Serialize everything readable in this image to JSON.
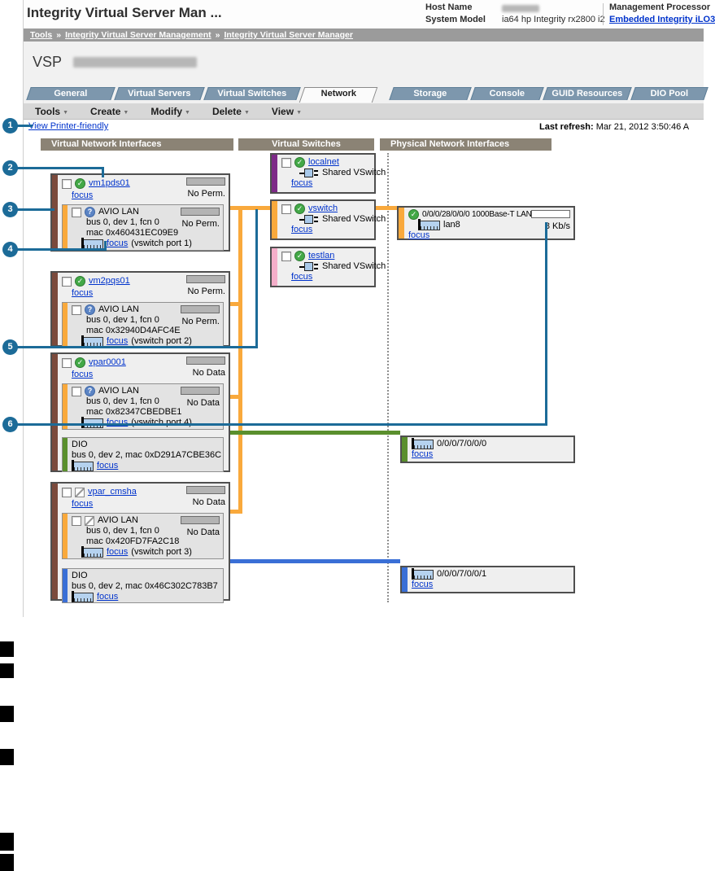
{
  "window": {
    "title": "Integrity Virtual Server Man ..."
  },
  "header": {
    "host_name_label": "Host Name",
    "system_model_label": "System Model",
    "system_model_value": "ia64 hp Integrity rx2800 i2",
    "management_processor_label": "Management Processor",
    "management_processor_value": "Embedded Integrity iLO3"
  },
  "breadcrumb": {
    "sep": "»",
    "items": [
      "Tools",
      "Integrity Virtual Server Management",
      "Integrity Virtual Server Manager"
    ]
  },
  "vsp": {
    "label": "VSP"
  },
  "tabs": {
    "items": [
      {
        "label": "General"
      },
      {
        "label": "Virtual Servers"
      },
      {
        "label": "Virtual Switches"
      },
      {
        "label": "Network",
        "active": true
      },
      {
        "label": "Storage"
      },
      {
        "label": "Console"
      },
      {
        "label": "GUID Resources"
      },
      {
        "label": "DIO Pool"
      }
    ]
  },
  "menubar": {
    "caret": "▼",
    "items": [
      {
        "label": "Tools"
      },
      {
        "label": "Create"
      },
      {
        "label": "Modify"
      },
      {
        "label": "Delete"
      },
      {
        "label": "View"
      }
    ]
  },
  "toolbar": {
    "printer_friendly_label": "View Printer-friendly",
    "last_refresh_label": "Last refresh:",
    "last_refresh_value": "Mar 21, 2012 3:50:46 A"
  },
  "columns": {
    "virtual_nics": "Virtual Network Interfaces",
    "virtual_switches": "Virtual Switches",
    "physical_nics": "Physical Network Interfaces"
  },
  "labels": {
    "focus": "focus"
  },
  "vm_cards": [
    {
      "name": "vm1pds01",
      "status": "No Perm.",
      "avio": {
        "title": "AVIO LAN",
        "bus": "bus 0, dev 1, fcn 0",
        "mac": "mac 0x460431EC09E9",
        "port": "(vswitch port 1)",
        "status": "No Perm."
      }
    },
    {
      "name": "vm2pqs01",
      "status": "No Perm.",
      "avio": {
        "title": "AVIO LAN",
        "bus": "bus 0, dev 1, fcn 0",
        "mac": "mac 0x32940D4AFC4E",
        "port": "(vswitch port 2)",
        "status": "No Perm."
      }
    },
    {
      "name": "vpar0001",
      "status": "No Data",
      "avio": {
        "title": "AVIO LAN",
        "bus": "bus 0, dev 1, fcn 0",
        "mac": "mac 0x82347CBEDBE1",
        "port": "(vswitch port 4)",
        "status": "No Data"
      },
      "dio": {
        "title": "DIO",
        "detail": "bus 0, dev 2, mac 0xD291A7CBE36C"
      }
    },
    {
      "name": "vpar_cmsha",
      "status": "No Data",
      "avio": {
        "title": "AVIO LAN",
        "bus": "bus 0, dev 1, fcn 0",
        "mac": "mac 0x420FD7FA2C18",
        "port": "(vswitch port 3)",
        "status": "No Data"
      },
      "dio": {
        "title": "DIO",
        "detail": "bus 0, dev 2, mac 0x46C302C783B7"
      }
    }
  ],
  "vswitches": [
    {
      "name": "localnet",
      "type": "Shared VSwitch",
      "accent": "#7d2a87"
    },
    {
      "name": "vswitch",
      "type": "Shared VSwitch",
      "accent": "#f9a93c"
    },
    {
      "name": "testlan",
      "type": "Shared VSwitch",
      "accent": "#f4aec9"
    }
  ],
  "physical_nics": [
    {
      "title": "0/0/0/28/0/0/0 1000Base-T LAN",
      "device": "lan8",
      "rate": "8 Kb/s",
      "accent": "#f9a93c"
    },
    {
      "title": "0/0/0/7/0/0/0",
      "accent": "#5a8f2d"
    },
    {
      "title": "0/0/0/7/0/0/1",
      "accent": "#3a6fd6"
    }
  ],
  "callouts": {
    "items": [
      "1",
      "2",
      "3",
      "4",
      "5",
      "6"
    ]
  },
  "colors": {
    "vswitch_connector_orange": "#f9a93c",
    "dio_connector_green": "#5a8f2d",
    "dio_connector_blue": "#3a6fd6",
    "callout_blue": "#1c6b98",
    "tab_inactive": "#7d97ad",
    "column_header": "#8b8375"
  }
}
